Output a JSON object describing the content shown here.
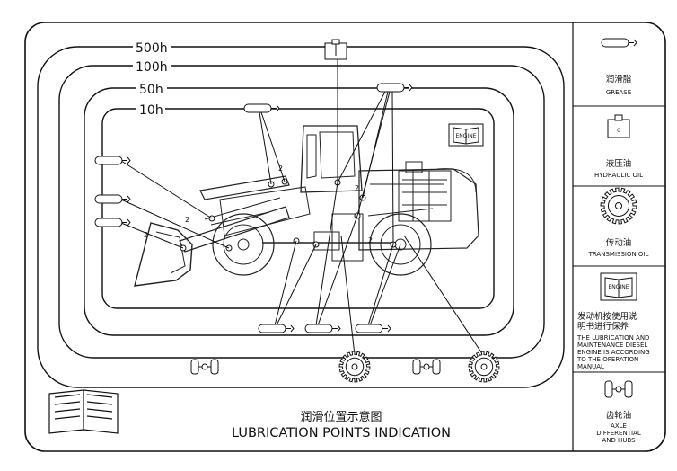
{
  "intervals": {
    "h500": "500h",
    "h100": "100h",
    "h50": "50h",
    "h10": "10h"
  },
  "point_counts": {
    "arm_upper": "2",
    "arm_lower_a": "2",
    "arm_lower_b": "2",
    "bucket": "2",
    "rear": "2"
  },
  "legend": {
    "grease": {
      "cn": "润滑脂",
      "en": "GREASE",
      "icon": "grease-gun-icon"
    },
    "hydraulic": {
      "cn": "液压油",
      "en": "HYDRAULIC OIL",
      "icon": "hydraulic-tank-icon",
      "tag": "0"
    },
    "transmission": {
      "cn": "传动油",
      "en": "TRANSMISSION OIL",
      "icon": "gear-icon"
    },
    "engine": {
      "tag": "ENGINE",
      "cn_lines": [
        "发动机按使用说",
        "明书进行保养"
      ],
      "en_lines": [
        "THE LUBRICATION AND",
        "MAINTENANCE DIESEL",
        "ENGINE IS ACCORDING",
        "TO THE OPERATION",
        "MANUAL"
      ],
      "icon": "manual-book-icon"
    },
    "axle": {
      "cn": "齿轮油",
      "en_lines": [
        "AXLE",
        "DIFFERENTIAL",
        "AND HUBS"
      ],
      "icon": "axle-icon"
    }
  },
  "engine_tag": "ENGINE",
  "title": {
    "cn": "润滑位置示意图",
    "en": "LUBRICATION POINTS INDICATION"
  }
}
